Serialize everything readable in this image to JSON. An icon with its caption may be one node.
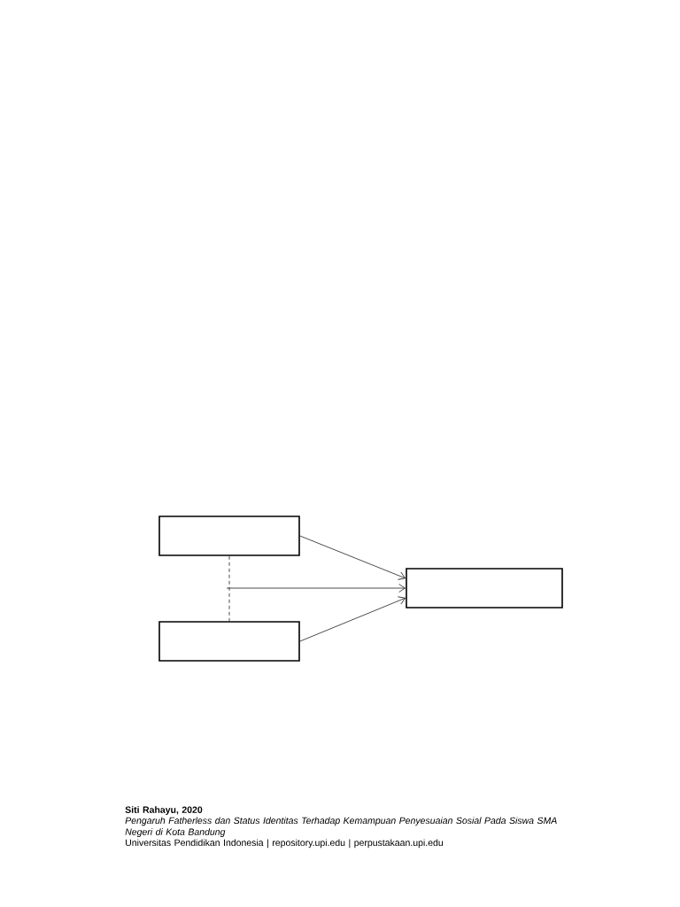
{
  "diagram": {
    "nodes": [
      {
        "text": [],
        "shape": "box"
      },
      {
        "text": [],
        "shape": "box"
      },
      {
        "text": [],
        "shape": "box"
      }
    ],
    "edges": [
      {
        "from": 0,
        "to": 2,
        "arrow": "to"
      },
      {
        "from": 1,
        "to": 2,
        "arrow": "to"
      },
      {
        "from": 0,
        "to": 1,
        "arrow": "none",
        "style": "dashed"
      },
      {
        "from": null,
        "to": 2,
        "arrow": "to"
      }
    ],
    "labels": [
      "Siti Rahayu, 2020",
      "Pengaruh Fatherless dan Status Identitas Terhadap Kemampuan Penyesuaian Sosial Pada Siswa SMA Negeri di Kota Bandung",
      "Universitas Pendidikan Indonesia | repository.upi.edu | perpustakaan.upi.edu"
    ]
  }
}
